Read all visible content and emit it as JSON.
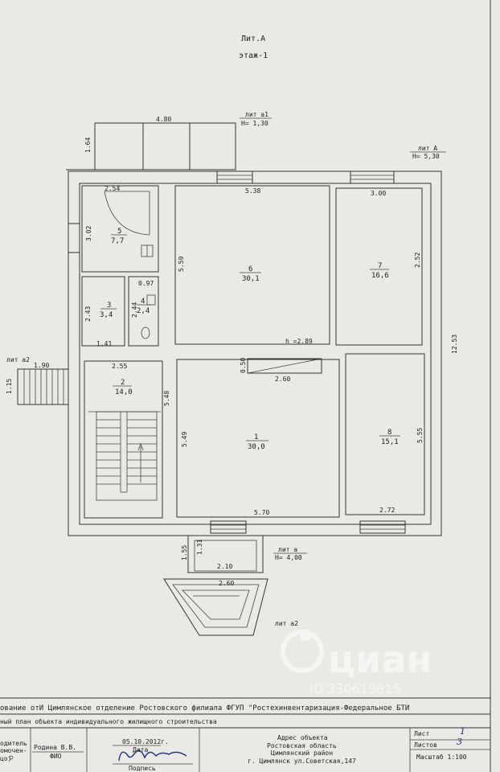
{
  "header": {
    "lit": "Лит.А",
    "floor": "этаж-1"
  },
  "annex_a1": {
    "label": "лит а1",
    "height": "H= 1,30",
    "width": "4.80",
    "depth": "1.64"
  },
  "main_A": {
    "label": "лит А",
    "height": "H= 5,30",
    "right_dim": "12.53"
  },
  "rooms": [
    {
      "num": "1",
      "area": "30,0",
      "d1": "5.70",
      "d2": "5.49"
    },
    {
      "num": "2",
      "area": "14,0",
      "d1": "2.55",
      "d2": "5.48"
    },
    {
      "num": "3",
      "area": "3,4",
      "d1": "2.43",
      "d2": "1.41"
    },
    {
      "num": "4",
      "area": "2,4",
      "d1": "0.97",
      "d2": "2.44"
    },
    {
      "num": "5",
      "area": "7,7",
      "d1": "2.54",
      "d2": "3.02"
    },
    {
      "num": "6",
      "area": "30,1",
      "d1": "5.38",
      "d2": "5.59"
    },
    {
      "num": "7",
      "area": "16,6",
      "d1": "3.00",
      "d2": "2.52"
    },
    {
      "num": "8",
      "area": "15,1",
      "d1": "2.72",
      "d2": "5.55"
    }
  ],
  "ceiling_h": "h =2.89",
  "corridor": {
    "w": "2.60",
    "h": "0.50"
  },
  "lit_a2_left": {
    "label": "лит а2",
    "w": "1.90",
    "h": "1.15"
  },
  "annex_a": {
    "label": "лит а",
    "height": "H= 4,00",
    "d1": "1.55",
    "d2": "1.31",
    "w1": "2.10",
    "w2": "2.60"
  },
  "lit_a2_bottom": {
    "label": "лит а2"
  },
  "watermark": {
    "brand": "циан",
    "id": "ID 330619815"
  },
  "footer": {
    "org": "ование отИ Цимлянское отделение Ростовского филиала ФГУП \"Ростехинвентаризация-Федеральное БТИ",
    "plan": "ный план объекта индивидуального жилищного строительства",
    "role": "одитель",
    "role2": "омочен-",
    "role3": "цо)",
    "name": "Родина В.В.",
    "name_label": "ФИО",
    "date": "05.10.2012г.",
    "date_label": "Дата",
    "sign_label": "Подпись",
    "address_title": "Адрес объекта",
    "address_region": "Ростовская область",
    "address_district": "Цимлянский район",
    "address_street": "г. Цимлянск ул.Советская,147",
    "sheet_label": "Лист",
    "sheet_value": "1",
    "sheets_label": "Листов",
    "sheets_value": "3",
    "scale_label": "Масштаб 1:100"
  }
}
